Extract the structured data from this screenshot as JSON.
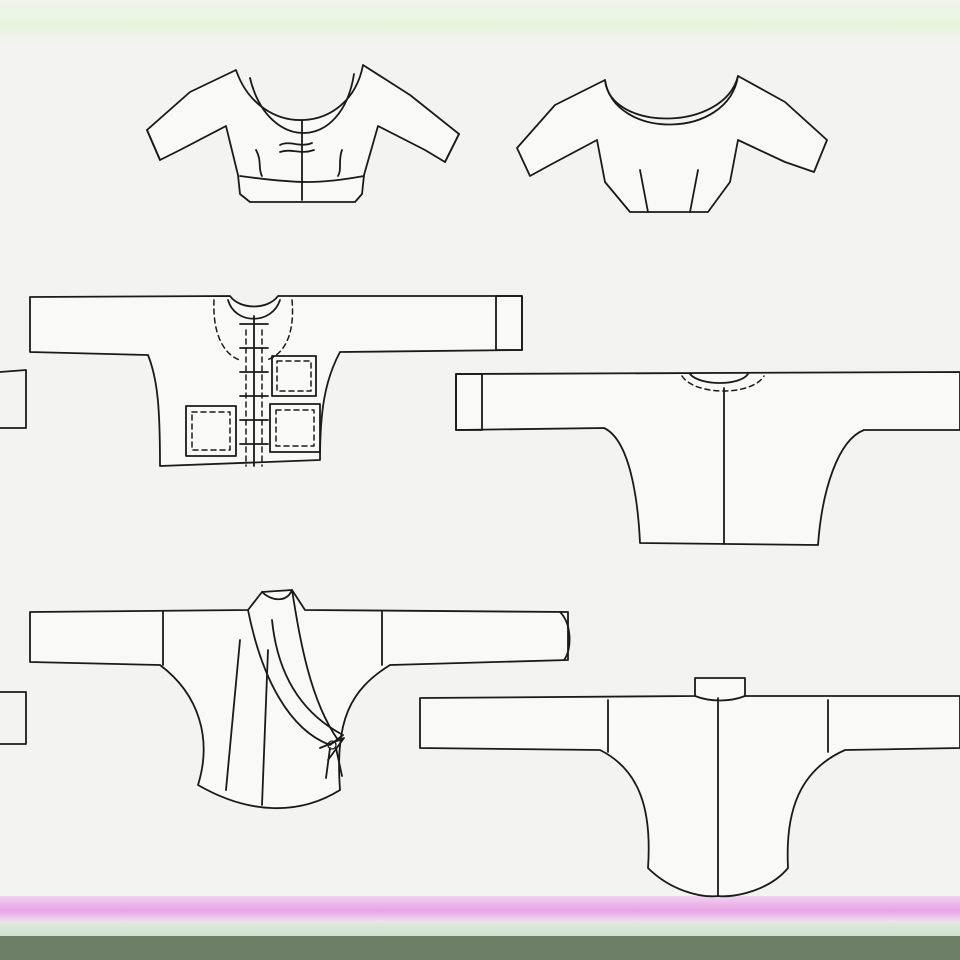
{
  "figure": {
    "background": "#f3f3f1",
    "line_color": "#1a1a1a",
    "bands": {
      "top": "#e7f5dd",
      "pink": "#e7a3e5",
      "green": "#cfe3cf",
      "olive": "#6e7f67"
    },
    "garments": [
      "fitted-blouse-gathered",
      "fitted-blouse-plain",
      "jacket-with-pockets",
      "dolman-top",
      "wrap-top",
      "dolman-top-stand-collar"
    ]
  }
}
